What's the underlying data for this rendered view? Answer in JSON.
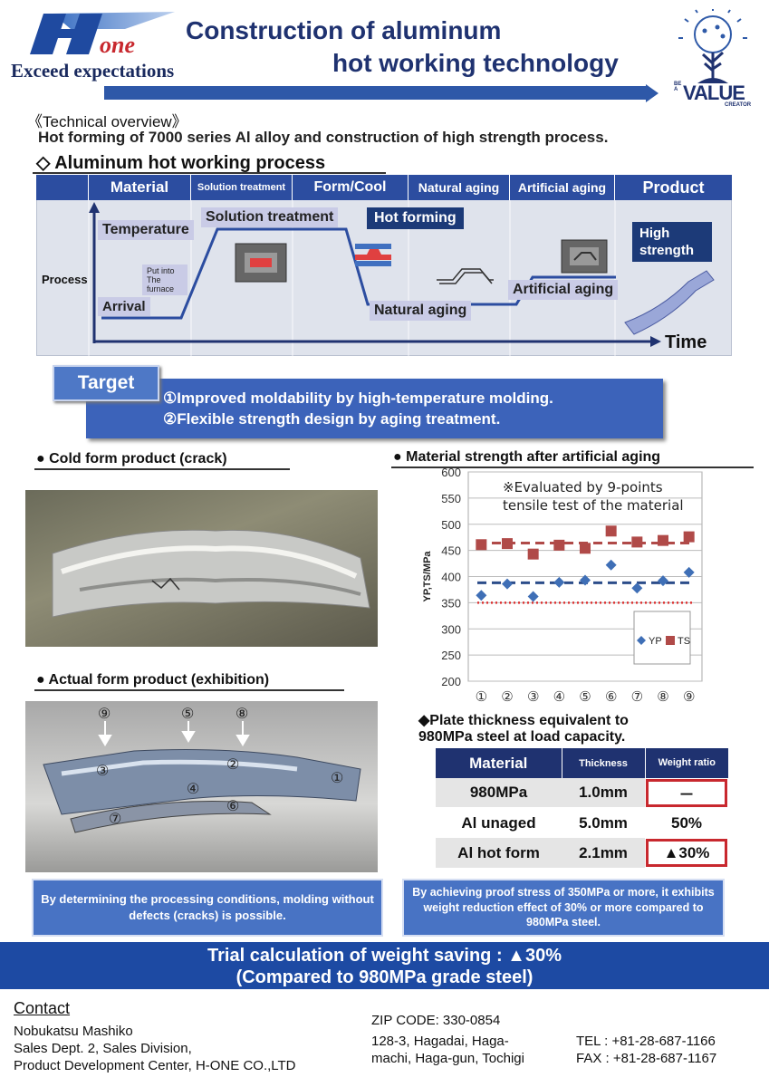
{
  "header": {
    "logo_text": "Hone",
    "tagline": "Exceed expectations",
    "title_line1": "Construction of aluminum",
    "title_line2": "hot working technology",
    "value_logo": {
      "top": "BE A",
      "main": "VALUE",
      "sub": "CREATOR"
    }
  },
  "overview": {
    "heading": "《Technical overview》",
    "text": "Hot forming of 7000 series Al alloy and construction of high strength process."
  },
  "process": {
    "heading": "◇  Aluminum hot working process",
    "stages": [
      "Material",
      "Solution treatment",
      "Form/Cool",
      "Natural aging",
      "Artificial aging",
      "Product"
    ],
    "row_label": "Process",
    "labels": {
      "temperature": "Temperature",
      "solution": "Solution treatment",
      "hot_forming": "Hot forming",
      "high_strength": "High strength",
      "put_into": "Put into The furnace",
      "arrival": "Arrival",
      "natural": "Natural aging",
      "artificial": "Artificial aging",
      "time": "Time"
    }
  },
  "target": {
    "label": "Target",
    "item1": "①Improved moldability by high-temperature molding.",
    "item2": "②Flexible strength design by aging treatment."
  },
  "cold_form": {
    "heading": "Cold form product (crack)"
  },
  "actual_form": {
    "heading": "Actual form product (exhibition)",
    "markers": [
      "⑨",
      "⑤",
      "⑧",
      "③",
      "②",
      "①",
      "④",
      "⑥",
      "⑦"
    ]
  },
  "chart_heading": "Material strength after artificial aging",
  "chart_data": {
    "type": "scatter",
    "title": "",
    "annotation": "※Evaluated by  9-points tensile test of the material",
    "xlabel": "",
    "ylabel": "YP,TS/MPa",
    "categories": [
      "①",
      "②",
      "③",
      "④",
      "⑤",
      "⑥",
      "⑦",
      "⑧",
      "⑨"
    ],
    "ylim": [
      200,
      600
    ],
    "yticks": [
      200,
      250,
      300,
      350,
      400,
      450,
      500,
      550,
      600
    ],
    "series": [
      {
        "name": "YP",
        "marker": "diamond",
        "color": "#3f6fb6",
        "values": [
          364,
          386,
          362,
          389,
          393,
          422,
          378,
          392,
          408
        ],
        "mean_line": 388
      },
      {
        "name": "TS",
        "marker": "square",
        "color": "#b04a48",
        "values": [
          461,
          463,
          443,
          460,
          454,
          487,
          466,
          469,
          476
        ],
        "mean_line": 464
      }
    ],
    "reference_line": {
      "value": 350,
      "color": "#d33",
      "style": "dotted"
    },
    "grid": true,
    "legend": "inside-right"
  },
  "plate": {
    "heading_line1": "◆Plate thickness  equivalent to",
    "heading_line2": "980MPa steel at load capacity.",
    "headers": [
      "Material",
      "Thickness",
      "Weight ratio"
    ],
    "rows": [
      [
        "980MPa",
        "1.0mm",
        "－"
      ],
      [
        "Al unaged",
        "5.0mm",
        "50%"
      ],
      [
        "Al hot form",
        "2.1mm",
        "▲30%"
      ]
    ]
  },
  "notes": {
    "left": "By determining the processing conditions, molding without defects (cracks) is possible.",
    "right": "By achieving proof stress of 350MPa or more, it exhibits  weight reduction effect of 30% or more compared to 980MPa steel."
  },
  "banner": {
    "line1": "Trial calculation of weight saving : ▲30%",
    "line2": "(Compared to 980MPa grade steel)"
  },
  "contact": {
    "heading": "Contact",
    "name": "Nobukatsu Mashiko",
    "dept": "Sales Dept. 2, Sales Division,",
    "center": "Product Development Center, H-ONE CO.,LTD",
    "zip": "ZIP CODE: 330-0854",
    "addr1": "128-3, Hagadai, Haga-",
    "addr2": "machi, Haga-gun, Tochigi",
    "tel": "TEL : +81-28-687-1166",
    "fax": "FAX : +81-28-687-1167"
  },
  "colors": {
    "navy": "#1f3270",
    "blue": "#2c4da0",
    "accent_red": "#c8282e"
  }
}
